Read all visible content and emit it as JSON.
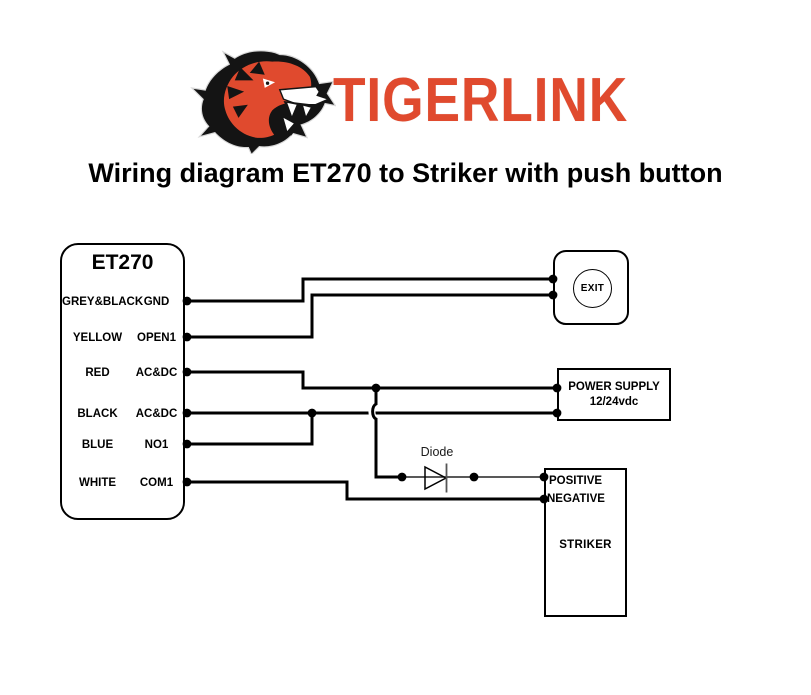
{
  "logo": {
    "brand": "TIGERLINK"
  },
  "title": "Wiring diagram ET270 to Striker with push button",
  "et270": {
    "title": "ET270",
    "rows": [
      {
        "wire": "GREY&BLACK",
        "terminal": "GND"
      },
      {
        "wire": "YELLOW",
        "terminal": "OPEN1"
      },
      {
        "wire": "RED",
        "terminal": "AC&DC"
      },
      {
        "wire": "BLACK",
        "terminal": "AC&DC"
      },
      {
        "wire": "BLUE",
        "terminal": "NO1"
      },
      {
        "wire": "WHITE",
        "terminal": "COM1"
      }
    ]
  },
  "exit_button": {
    "label": "EXIT"
  },
  "power_supply": {
    "name": "POWER SUPPLY",
    "voltage": "12/24vdc"
  },
  "diode": {
    "label": "Diode"
  },
  "striker": {
    "positive_label": "POSITIVE",
    "negative_label": "NEGATIVE",
    "name": "STRIKER"
  },
  "colors": {
    "accent": "#E04A2E",
    "wire": "#000000"
  }
}
